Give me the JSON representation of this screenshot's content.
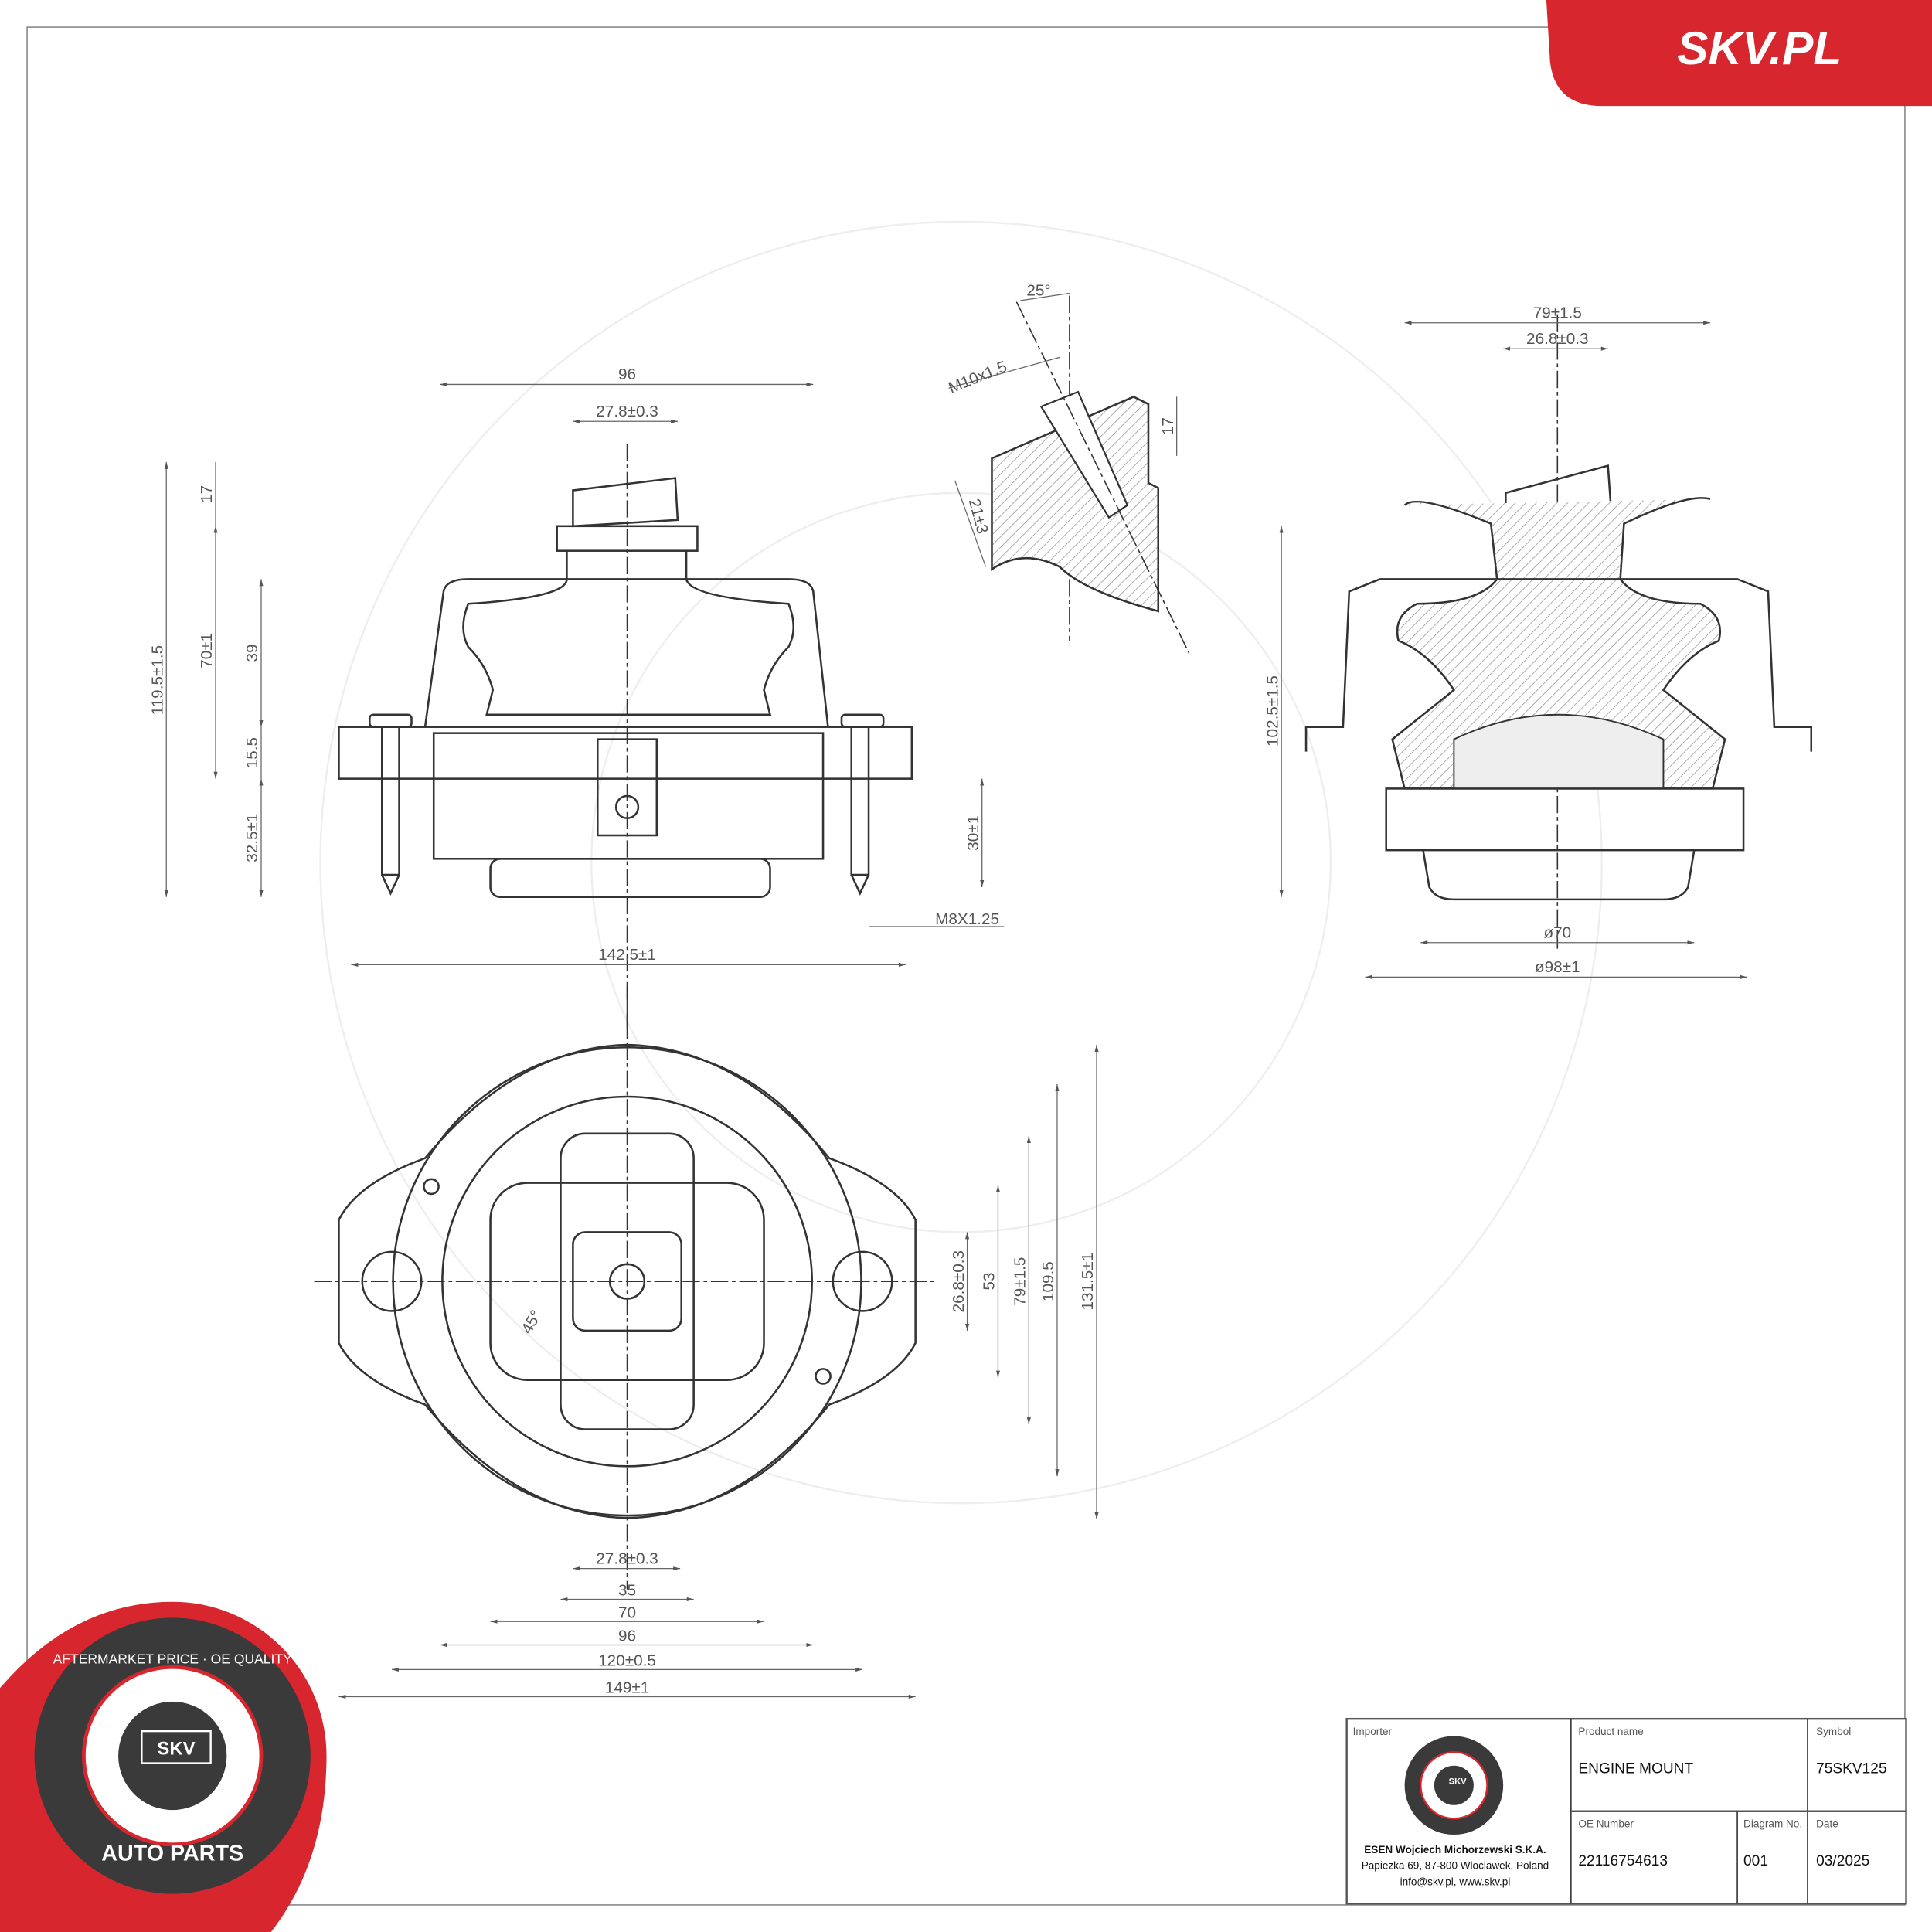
{
  "brand": {
    "banner_text": "SKV.PL",
    "accent_color": "#d7262e",
    "badge": {
      "top_text": "AFTERMARKET PRICE · OE QUALITY",
      "center_text": "SKV",
      "bottom_text": "AUTO PARTS"
    }
  },
  "front_view": {
    "dims": [
      "96",
      "27.8±0.3",
      "17",
      "119.5±1.5",
      "70±1",
      "39",
      "15.5",
      "32.5±1",
      "30±1",
      "M8X1.25",
      "142.5±1"
    ]
  },
  "section_view": {
    "dims": [
      "25°",
      "M10x1.5",
      "17",
      "21±3"
    ]
  },
  "side_view": {
    "dims": [
      "79±1.5",
      "26.8±0.3",
      "102.5±1.5",
      "ø70",
      "ø98±1"
    ]
  },
  "bottom_view": {
    "dims": [
      "27.8±0.3",
      "35",
      "70",
      "96",
      "120±0.5",
      "149±1",
      "26.8±0.3",
      "53",
      "79±1.5",
      "109.5",
      "131.5±1",
      "45°"
    ]
  },
  "title_block": {
    "importer_label": "Importer",
    "importer_name": "ESEN Wojciech Michorzewski S.K.A.",
    "importer_address": "Papiezka 69, 87-800 Wloclawek, Poland",
    "importer_contact": "info@skv.pl, www.skv.pl",
    "product_name_label": "Product name",
    "product_name": "ENGINE MOUNT",
    "symbol_label": "Symbol",
    "symbol": "75SKV125",
    "oe_number_label": "OE Number",
    "oe_number": "22116754613",
    "diagram_no_label": "Diagram No.",
    "diagram_no": "001",
    "date_label": "Date",
    "date": "03/2025"
  }
}
